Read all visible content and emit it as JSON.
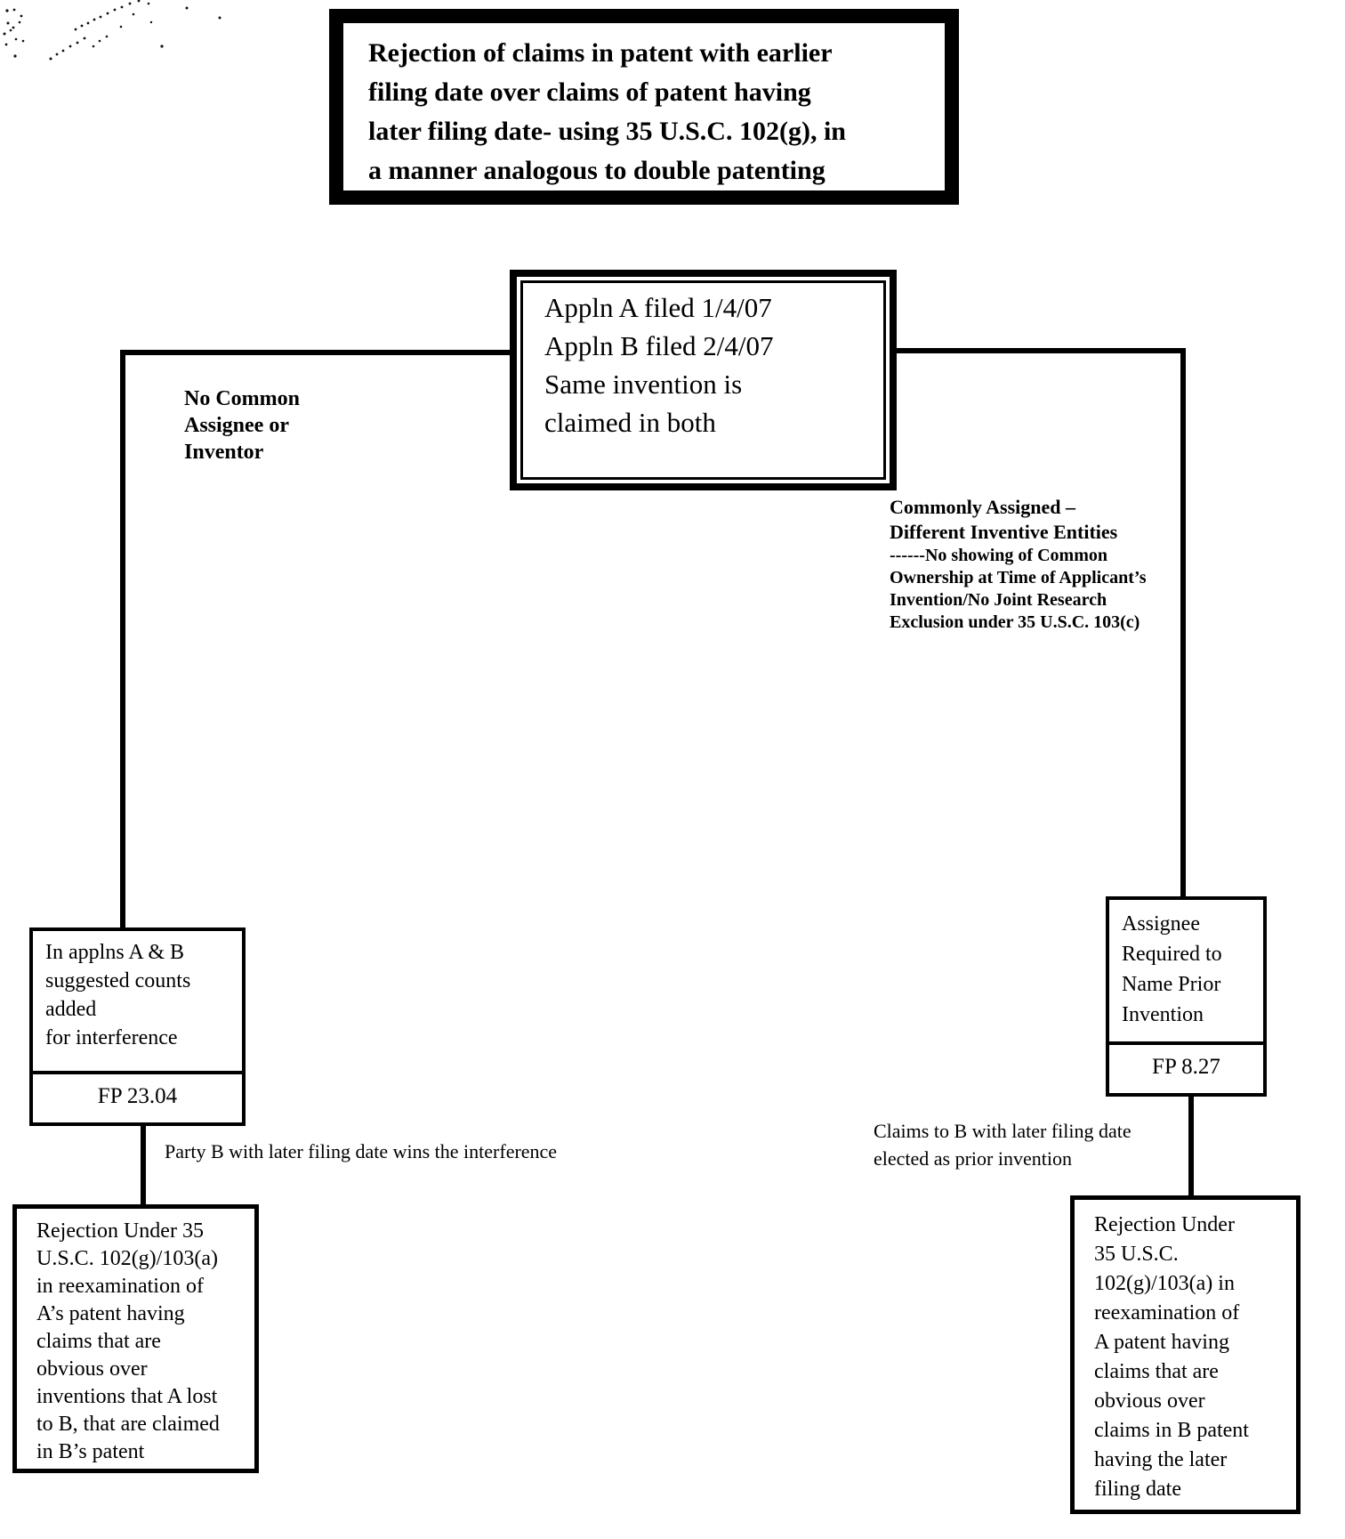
{
  "title": {
    "text": "Rejection of claims in patent with earlier\nfiling date over claims of patent having\nlater filing date- using 35 U.S.C. 102(g), in\na manner analogous to double patenting"
  },
  "root": {
    "text": "Appln A filed 1/4/07\nAppln B filed 2/4/07\nSame invention is\nclaimed in both"
  },
  "left_branch": {
    "label": "No Common\nAssignee or\nInventor",
    "interference_box": {
      "body": "In applns A & B\nsuggested counts\nadded\nfor interference",
      "fp": "FP 23.04"
    },
    "edge_label": "Party B with later filing date wins the interference",
    "rejection_box": "Rejection Under 35\nU.S.C. 102(g)/103(a)\nin reexamination of\nA’s patent having\nclaims that are\nobvious over\ninventions that A lost\nto B, that are claimed\nin B’s patent"
  },
  "right_branch": {
    "label_main": "Commonly Assigned –\nDifferent Inventive Entities",
    "label_sub": "------No showing of Common\nOwnership at Time of Applicant’s\nInvention/No Joint Research\nExclusion under 35 U.S.C. 103(c)",
    "prior_invention_box": {
      "body": "Assignee\nRequired to\nName Prior\nInvention",
      "fp": "FP 8.27"
    },
    "edge_label": "Claims to B with later filing date\nelected as prior invention",
    "rejection_box": "Rejection Under\n35 U.S.C.\n102(g)/103(a) in\nreexamination of\nA patent having\nclaims that are\nobvious over\nclaims in B patent\nhaving the later\nfiling date"
  },
  "colors": {
    "ink": "#000000",
    "paper": "#ffffff"
  }
}
